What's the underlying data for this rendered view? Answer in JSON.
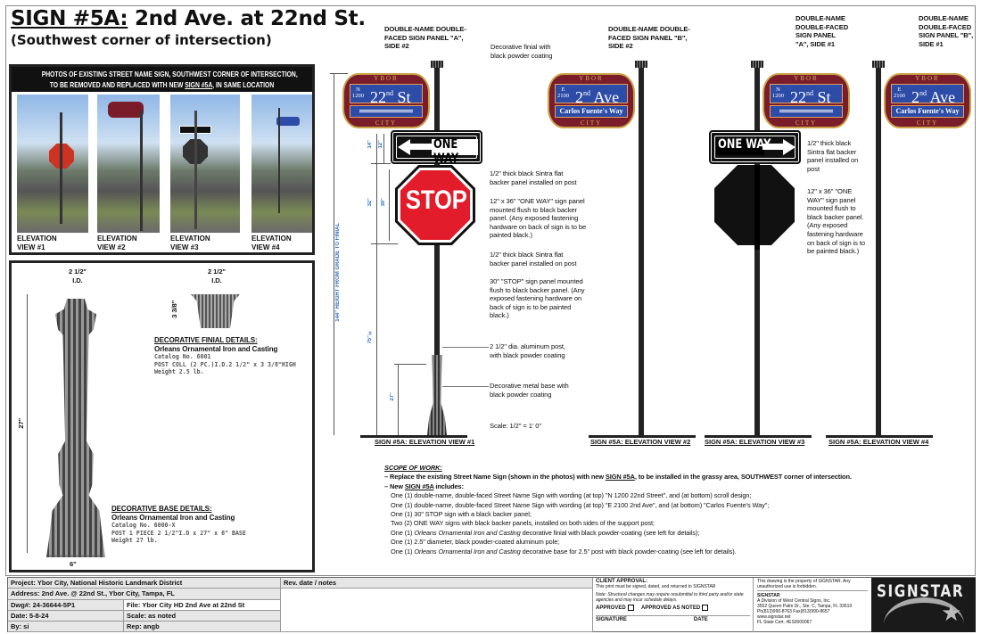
{
  "header": {
    "title_prefix": "SIGN #5A:",
    "title_rest": " 2nd Ave. at 22nd St.",
    "subtitle": "(Southwest corner of intersection)"
  },
  "photos": {
    "heading_line1": "PHOTOS OF EXISTING STREET NAME SIGN, SOUTHWEST CORNER OF INTERSECTION,",
    "heading_line2_pre": "TO BE REMOVED AND REPLACED WITH NEW ",
    "heading_line2_link": "SIGN #5A",
    "heading_line2_post": ", IN SAME LOCATION",
    "items": [
      {
        "label1": "ELEVATION",
        "label2": "VIEW #1"
      },
      {
        "label1": "ELEVATION",
        "label2": "VIEW #2"
      },
      {
        "label1": "ELEVATION",
        "label2": "VIEW #3"
      },
      {
        "label1": "ELEVATION",
        "label2": "VIEW #4"
      }
    ]
  },
  "details": {
    "base_id": "2 1/2\"",
    "base_id2": "I.D.",
    "base_height": "27\"",
    "base_width": "6\"",
    "finial_id": "2 1/2\"",
    "finial_id2": "I.D.",
    "finial_height": "3 3/8\"",
    "finial": {
      "heading": "DECORATIVE FINIAL DETAILS:",
      "maker": "Orleans Ornamental Iron and Casting",
      "catalog": "Catalog No. 6001",
      "desc": "POST COLL (2 PC.)I.D.2 1/2\" x 3 3/8\"HIGH",
      "weight": "Weight 2.5 lb."
    },
    "base": {
      "heading": "DECORATIVE BASE DETAILS:",
      "maker": "Orleans Ornamental Iron and Casting",
      "catalog": "Catalog No. 6000-X",
      "desc": "POST 1 PIECE 2 1/2\"I.D x 27\" x 6\" BASE",
      "weight": "Weight 27 lb."
    }
  },
  "signs": {
    "ybor": "YBOR",
    "city": "CITY",
    "a": {
      "dir": "N",
      "block": "1200",
      "name": "22",
      "sup": "nd",
      "suffix": " St"
    },
    "b": {
      "dir": "E",
      "block": "2100",
      "name": "2",
      "sup": "nd",
      "suffix": " Ave",
      "lower": "Carlos Fuente's Way"
    },
    "one_way": "ONE WAY",
    "stop": "STOP",
    "colors": {
      "burgundy": "#7a1c2a",
      "blue": "#2d4ca8",
      "stop_red": "#e21c2a",
      "gold": "#c9a24a"
    }
  },
  "callouts": {
    "panel_a_side2": "DOUBLE-NAME DOUBLE-FACED SIGN PANEL \"A\", SIDE #2",
    "finial": "Decorative finial with black powder coating",
    "backer1": "1/2\" thick black Sintra flat backer panel installed on post",
    "oneway_panel": "12\" x 36\" \"ONE WAY\" sign panel mounted flush to black backer panel. (Any exposed fastening hardware on back of sign is to be painted black.)",
    "backer2": "1/2\" thick black Sintra flat backer panel installed on post",
    "stop_panel": "30\" \"STOP\" sign panel mounted flush to black backer panel. (Any exposed fastening hardware on back of sign is to be painted black.)",
    "post": "2 1/2\" dia. aluminum post, with black powder coating",
    "base": "Decorative metal base with black powder coating",
    "scale": "Scale: 1/2\" = 1' 0\"",
    "panel_b_side2": "DOUBLE-NAME DOUBLE-FACED SIGN PANEL \"B\", SIDE #2",
    "panel_a_side1": "DOUBLE-NAME DOUBLE-FACED SIGN PANEL \"A\", SIDE #1",
    "panel_b_side1": "DOUBLE-NAME DOUBLE-FACED SIGN PANEL \"B\", SIDE #1",
    "backer3": "1/2\" thick black Sintra flat backer panel installed on post",
    "oneway_panel2": "12\" x 36\" \"ONE WAY\" sign panel mounted flush to black backer panel. (Any exposed fastening hardware on back of sign is to be painted black.)"
  },
  "dimensions": {
    "d14": "14\"",
    "d12": "12\"",
    "d32": "32\"",
    "d30": "30\"",
    "d75": "75\"±",
    "d27": "27\"",
    "total": "144\"",
    "total_label": "HEIGHT FROM GRADE TO FINIAL"
  },
  "captions": [
    "SIGN #5A: ELEVATION VIEW #1",
    "SIGN #5A: ELEVATION VIEW #2",
    "SIGN #5A: ELEVATION VIEW #3",
    "SIGN #5A: ELEVATION VIEW #4"
  ],
  "scope": {
    "heading": "SCOPE OF WORK:",
    "line1_pre": "– Replace the existing Street Name Sign (shown in the photos) with new ",
    "line1_link": "SIGN #5A",
    "line1_post": ", to be installed in the grassy area, SOUTHWEST corner of intersection.",
    "line2_pre": "– New ",
    "line2_link": "SIGN #5A",
    "line2_post": " includes:",
    "items": [
      "One (1) double-name, double-faced Street Name Sign with wording (at top) \"N 1200 22nd Street\", and (at bottom) scroll design;",
      "One (1) double-name, double-faced Street Name Sign with wording (at top) \"E 2100 2nd Ave\", and (at bottom) \"Carlos Fuente's Way\";",
      "One (1) 30\" STOP sign with a black backer panel;",
      "Two (2) ONE WAY signs with black backer panels, installed on both sides of the support post;",
      "One (1) 2.5\" diameter, black powder-coated aluminum pole;"
    ],
    "finial_item_pre": "One (1) ",
    "finial_item_em": "Orleans Ornamental Iron and Casting",
    "finial_item_post": " decorative finial with black powder-coating (see left for details);",
    "base_item_pre": "One (1) ",
    "base_item_em": "Orleans Ornamental Iron and Casting",
    "base_item_post": " decorative base for 2.5\" post with black powder-coating (see left for details)."
  },
  "title_block": {
    "project": "Project:  Ybor City, National Historic Landmark District",
    "address": "Address:  2nd Ave. @ 22nd St., Ybor City, Tampa, FL",
    "dwg": "Dwg#:  24-36644-5P1",
    "file": "File: Ybor City HD 2nd Ave at 22nd St",
    "date": "Date:  5-8-24",
    "scale": "Scale:  as noted",
    "by": "By:        si",
    "rep": "Rep:  angb",
    "rev": "Rev. date / notes",
    "approval_heading": "CLIENT APPROVAL:",
    "approval_note": "This print must be signed, dated, and returned to SIGNSTAR",
    "structural_note": "Note: Structural changes may require resubmittal to third party and/or state agencies and may incur schedule delays.",
    "approved": "APPROVED",
    "approved_as_noted": "APPROVED AS NOTED",
    "signature": "SIGNATURE",
    "date_label": "DATE",
    "property_note": "This drawing is the property of SIGNSTAR. Any unauthorized use is forbidden.",
    "company": "SIGNSTAR",
    "company_lines": [
      "A Division of West Central Signs, Inc.",
      "3552 Queen Palm Dr., Ste. C, Tampa, FL 33619",
      "Ph(813)990-8763  Fax(813)990-8657",
      "www.signstar.net",
      "FL State Cert. #ES0000067"
    ],
    "logo": "SIGNSTAR"
  }
}
